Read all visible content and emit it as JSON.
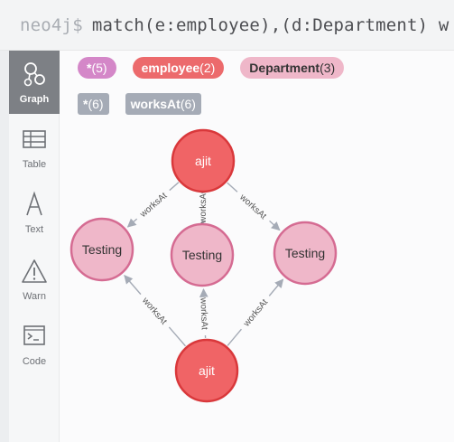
{
  "query": {
    "prompt": "neo4j$",
    "text": "match(e:employee),(d:Department) w"
  },
  "nav": [
    {
      "label": "Graph",
      "icon": "graph-icon",
      "active": true
    },
    {
      "label": "Table",
      "icon": "table-icon",
      "active": false
    },
    {
      "label": "Text",
      "icon": "text-icon",
      "active": false
    },
    {
      "label": "Warn",
      "icon": "warning-icon",
      "active": false
    },
    {
      "label": "Code",
      "icon": "code-icon",
      "active": false
    }
  ],
  "legend": {
    "labels": [
      {
        "name": "*",
        "count": "(5)",
        "color": "#d487c8"
      },
      {
        "name": "employee",
        "count": "(2)",
        "color": "#ec6a6c"
      },
      {
        "name": "Department",
        "count": "(3)",
        "color": "#efb7c9"
      }
    ],
    "relationships": [
      {
        "name": "*",
        "count": "(6)"
      },
      {
        "name": "worksAt",
        "count": "(6)"
      }
    ]
  },
  "graph": {
    "nodes": [
      {
        "id": "e1",
        "label": "ajit",
        "type": "employee"
      },
      {
        "id": "e2",
        "label": "ajit",
        "type": "employee"
      },
      {
        "id": "d1",
        "label": "Testing",
        "type": "Department"
      },
      {
        "id": "d2",
        "label": "Testing",
        "type": "Department"
      },
      {
        "id": "d3",
        "label": "Testing",
        "type": "Department"
      }
    ],
    "relationships": [
      {
        "from": "e1",
        "to": "d1",
        "type": "worksAt"
      },
      {
        "from": "e1",
        "to": "d2",
        "type": "worksAt"
      },
      {
        "from": "e1",
        "to": "d3",
        "type": "worksAt"
      },
      {
        "from": "e2",
        "to": "d1",
        "type": "worksAt"
      },
      {
        "from": "e2",
        "to": "d2",
        "type": "worksAt"
      },
      {
        "from": "e2",
        "to": "d3",
        "type": "worksAt"
      }
    ],
    "colors": {
      "employee_fill": "#f06466",
      "employee_stroke": "#d9383b",
      "department_fill": "#efb7c9",
      "department_stroke": "#d56b92",
      "edge": "#a5abb6",
      "edge_label": "#555555"
    }
  }
}
